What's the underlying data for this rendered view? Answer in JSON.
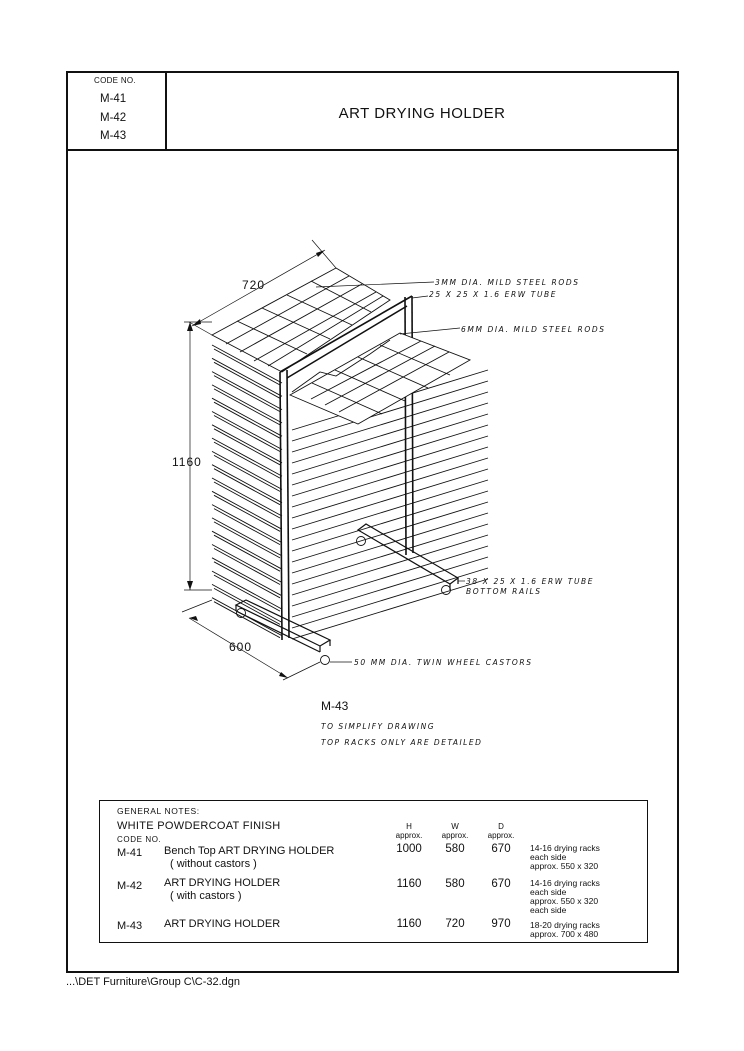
{
  "header": {
    "code_label": "CODE NO.",
    "codes": [
      "M-41",
      "M-42",
      "M-43"
    ],
    "title": "ART DRYING HOLDER"
  },
  "drawing": {
    "dims": {
      "width": "720",
      "height": "1160",
      "depth": "600"
    },
    "callouts": {
      "rods_top": "3MM DIA. MILD STEEL RODS",
      "tube": "25 X 25 X 1.6 ERW TUBE",
      "rods_front": "6MM DIA. MILD STEEL RODS",
      "rails_1": "38 X 25 X 1.6 ERW TUBE",
      "rails_2": "BOTTOM RAILS",
      "castors": "50 MM DIA. TWIN WHEEL CASTORS"
    },
    "model_label": "M-43",
    "note_1": "TO SIMPLIFY DRAWING",
    "note_2": "TOP RACKS ONLY ARE DETAILED"
  },
  "notes": {
    "general": "GENERAL NOTES:",
    "finish": "WHITE POWDERCOAT FINISH",
    "code_no": "CODE NO.",
    "columns": [
      {
        "letter": "H",
        "sub": "approx."
      },
      {
        "letter": "W",
        "sub": "approx."
      },
      {
        "letter": "D",
        "sub": "approx."
      }
    ],
    "rows": [
      {
        "code": "M-41",
        "name": "Bench Top ART DRYING HOLDER",
        "sub": "( without castors )",
        "h": "1000",
        "w": "580",
        "d": "670",
        "racks": [
          "14-16 drying racks",
          "each side",
          "approx. 550 x 320"
        ]
      },
      {
        "code": "M-42",
        "name": "ART DRYING HOLDER",
        "sub": "( with castors )",
        "h": "1160",
        "w": "580",
        "d": "670",
        "racks": [
          "14-16 drying racks",
          "each side",
          "approx. 550 x 320",
          "each side"
        ]
      },
      {
        "code": "M-43",
        "name": "ART DRYING HOLDER",
        "sub": "",
        "h": "1160",
        "w": "720",
        "d": "970",
        "racks": [
          "18-20 drying racks",
          "approx. 700 x 480"
        ]
      }
    ]
  },
  "footer": {
    "path": "...\\DET Furniture\\Group C\\C-32.dgn"
  }
}
